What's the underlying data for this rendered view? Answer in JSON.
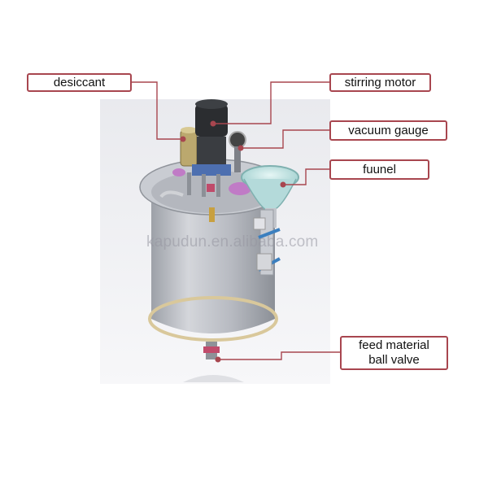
{
  "labels": {
    "desiccant": "desiccant",
    "stirring_motor": "stirring motor",
    "vacuum_gauge": "vacuum gauge",
    "funnel": "fuunel",
    "feed_valve_line1": "feed material",
    "feed_valve_line2": "ball valve"
  },
  "watermark": "kapudun.en.alibaba.com",
  "colors": {
    "leader": "#a8464f",
    "tank": "#b9bcc3",
    "motor": "#2b2d30",
    "funnel": "#bfe3e3",
    "valve_handle": "#3b7fbf"
  }
}
